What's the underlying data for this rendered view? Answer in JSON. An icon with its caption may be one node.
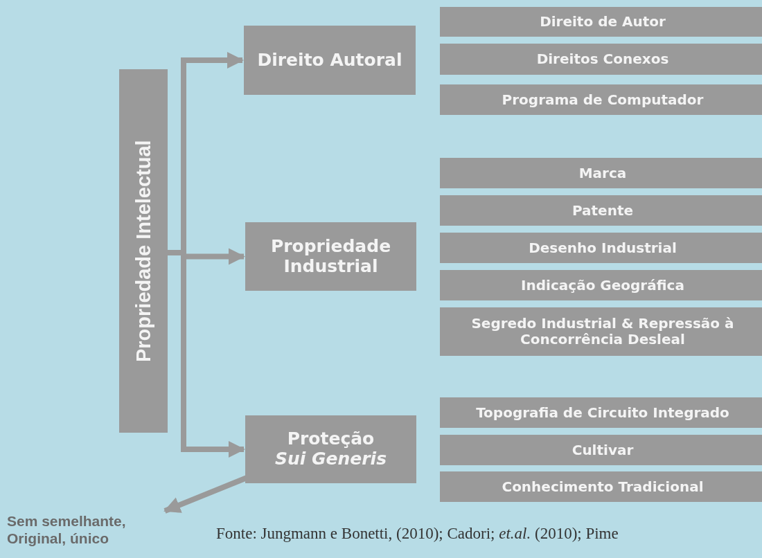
{
  "diagram": {
    "nodes": [
      {
        "text": [
          "Propriedade Intelectual"
        ]
      },
      {
        "text": [
          "Direito Autoral"
        ]
      },
      {
        "text": [
          "Propriedade Industrial"
        ]
      },
      {
        "text": [
          "Proteção",
          "Sui Generis"
        ]
      },
      {
        "text": [
          "Direito de Autor"
        ]
      },
      {
        "text": [
          "Direitos Conexos"
        ]
      },
      {
        "text": [
          "Programa de Computador"
        ]
      },
      {
        "text": [
          "Marca"
        ]
      },
      {
        "text": [
          "Patente"
        ]
      },
      {
        "text": [
          "Desenho Industrial"
        ]
      },
      {
        "text": [
          "Indicação Geográfica"
        ]
      },
      {
        "text": [
          "Segredo Industrial & Repressão à Concorrência Desleal"
        ]
      },
      {
        "text": [
          "Topografia de Circuito Integrado"
        ]
      },
      {
        "text": [
          "Cultivar"
        ]
      },
      {
        "text": [
          "Conhecimento Tradicional"
        ]
      },
      {
        "text": [
          "Sem semelhante, Original, único"
        ]
      }
    ],
    "edges": [
      {
        "from": 0,
        "to": 1,
        "arrow": "to"
      },
      {
        "from": 0,
        "to": 2,
        "arrow": "to"
      },
      {
        "from": 0,
        "to": 3,
        "arrow": "to"
      },
      {
        "from": 3,
        "to": 15,
        "arrow": "to"
      }
    ],
    "labels": [
      "Fonte: Jungmann e Bonetti, (2010); Cadori; *et.al.* (2010); Pime"
    ]
  }
}
